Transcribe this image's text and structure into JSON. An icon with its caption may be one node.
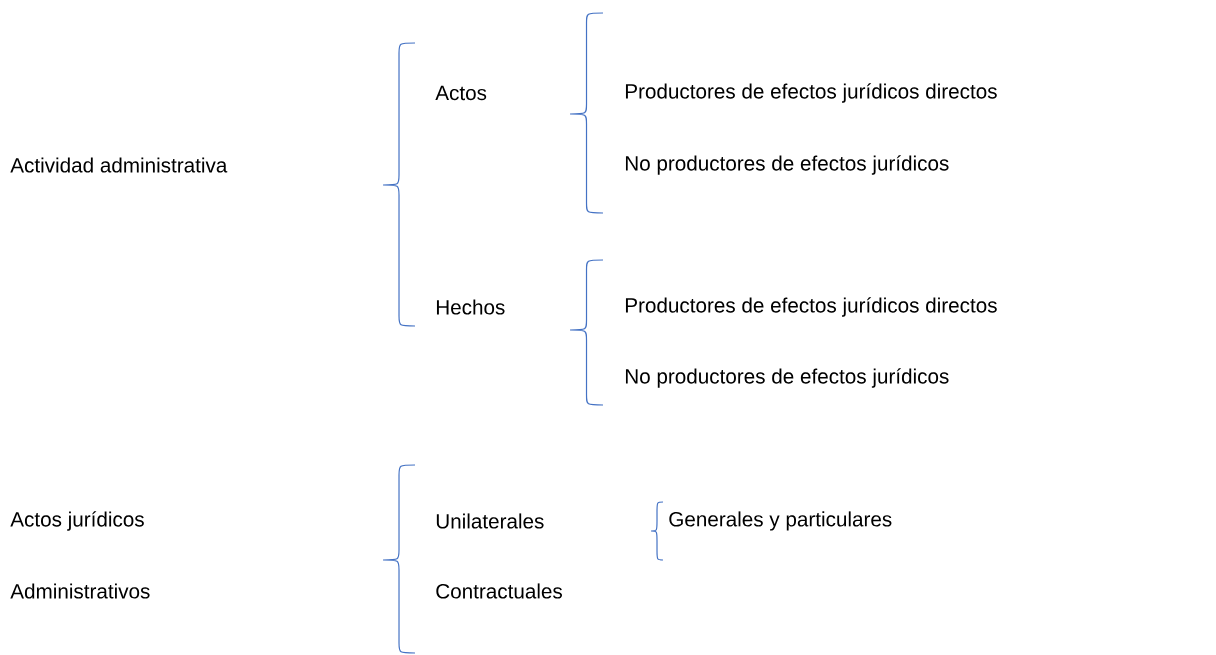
{
  "diagram": {
    "labels": [
      "Actos",
      "Productores de efectos jurídicos directos",
      "Actividad administrativa",
      "No productores de efectos jurídicos",
      "Hechos",
      "Productores de efectos jurídicos directos",
      "No productores de efectos jurídicos",
      "Actos jurídicos",
      "Unilaterales",
      "Generales y particulares",
      "Administrativos",
      "Contractuales"
    ]
  }
}
